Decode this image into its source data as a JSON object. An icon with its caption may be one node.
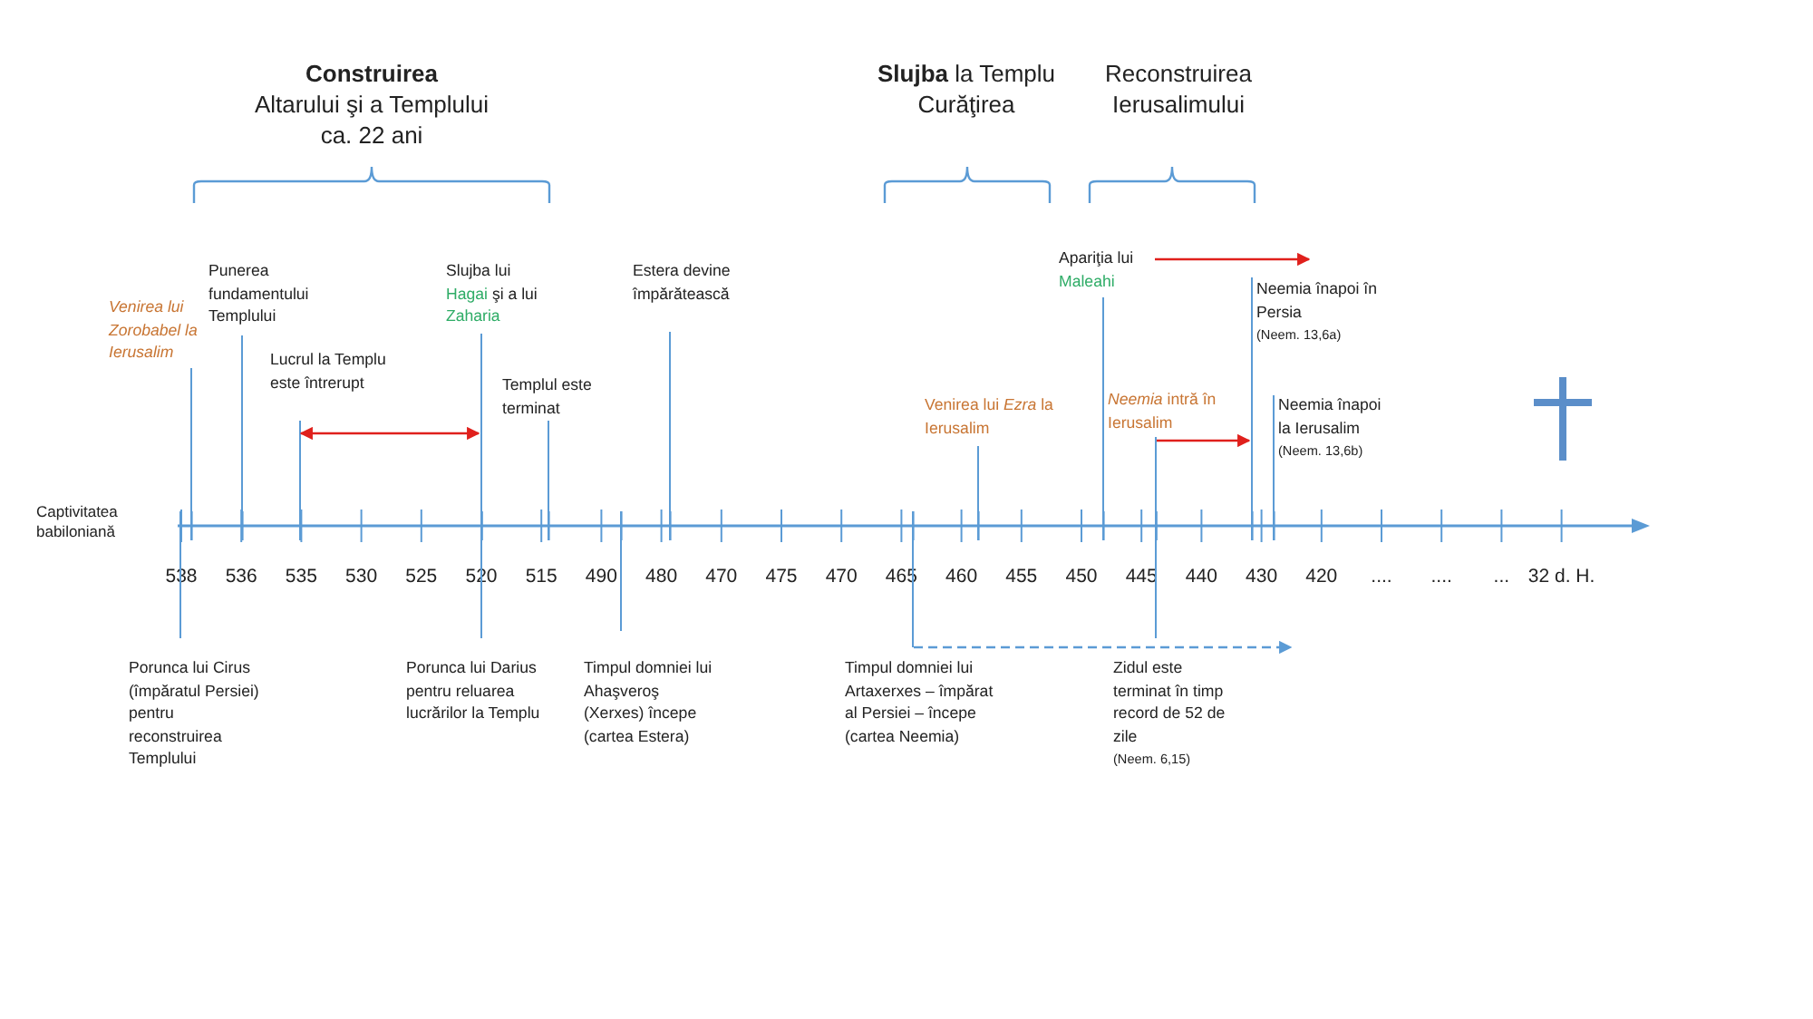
{
  "diagram": {
    "nodes": [
      {
        "text": [
          "Venirea lui Zorobabel la Ierusalim"
        ]
      },
      {
        "text": [
          "Punerea fundamentului Templului"
        ]
      },
      {
        "text": [
          "Lucrul la Templu este întrerupt"
        ]
      },
      {
        "text": [
          "Slujba lui",
          "Hagai",
          "şi a lui",
          "Zaharia"
        ]
      },
      {
        "text": [
          "Templul este terminat"
        ]
      },
      {
        "text": [
          "Estera devine împărătească"
        ]
      },
      {
        "text": [
          "Venirea lui *Ezra* la Ierusalim"
        ]
      },
      {
        "text": [
          "Apariţia lui",
          "Maleahi"
        ]
      },
      {
        "text": [
          "*Neemia* intră în Ierusalim"
        ]
      },
      {
        "text": [
          "Neemia înapoi în Persia",
          "(Neem. 13,6a)"
        ]
      },
      {
        "text": [
          "Neemia înapoi la Ierusalim",
          "(Neem. 13,6b)"
        ]
      },
      {
        "text": [
          "Porunca lui Cirus (împăratul Persiei) pentru reconstruirea Templului"
        ]
      },
      {
        "text": [
          "Porunca lui Darius pentru reluarea lucrărilor la Templu"
        ]
      },
      {
        "text": [
          "Timpul domniei lui Ahaşveroş (Xerxes) începe (cartea Estera)"
        ]
      },
      {
        "text": [
          "Timpul domniei lui Artaxerxes – împărat al Persiei – începe (cartea Neemia)"
        ]
      },
      {
        "text": [
          "Zidul este terminat în timp record de 52 de zile",
          "(Neem. 6,15)"
        ]
      }
    ],
    "edges": [
      {
        "from": 2,
        "to": 3,
        "arrow": "both",
        "color": "#e0201c"
      },
      {
        "from": 7,
        "to": 9,
        "arrow": "to",
        "color": "#e0201c"
      },
      {
        "from": 8,
        "to": 9,
        "arrow": "to",
        "color": "#e0201c"
      },
      {
        "from": 14,
        "to": 15,
        "arrow": "to",
        "style": "dashed",
        "color": "#5b9bd5"
      }
    ],
    "labels": [
      "Construirea",
      "Altarului şi a Templului",
      "ca. 22 ani",
      "**Slujba** la Templu",
      "Curăţirea",
      "Reconstruirea",
      "Ierusalimului",
      "Captivitatea babiloniană",
      "538",
      "536",
      "535",
      "530",
      "525",
      "520",
      "515",
      "490",
      "480",
      "470",
      "475",
      "470",
      "465",
      "460",
      "455",
      "450",
      "445",
      "440",
      "430",
      "420",
      "....",
      "....",
      "...",
      "32 d. H."
    ]
  }
}
